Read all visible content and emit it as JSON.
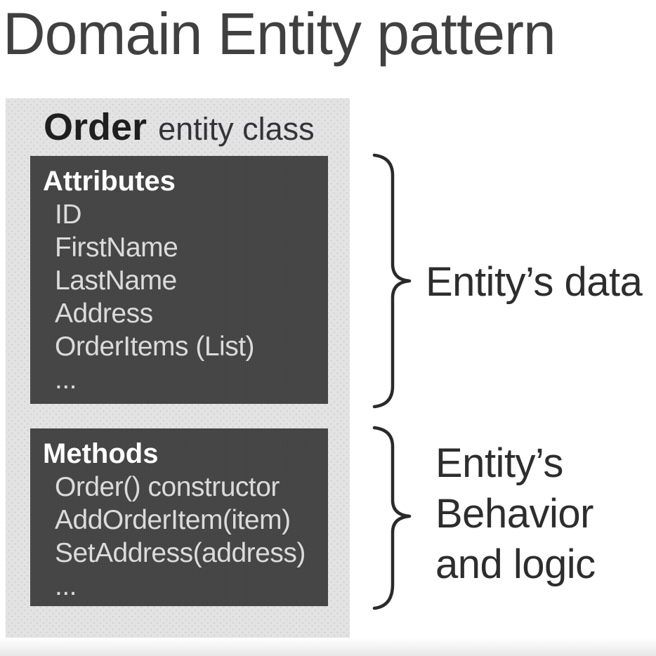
{
  "title": "Domain Entity pattern",
  "entity": {
    "name": "Order",
    "type_label": "entity class",
    "sections": [
      {
        "heading": "Attributes",
        "items": [
          "ID",
          "FirstName",
          "LastName",
          "Address",
          "OrderItems (List)",
          "..."
        ]
      },
      {
        "heading": "Methods",
        "items": [
          "Order() constructor",
          "AddOrderItem(item)",
          "SetAddress(address)",
          "..."
        ]
      }
    ]
  },
  "annotations": [
    {
      "label": "Entity’s data",
      "lines": [
        "Entity’s data"
      ]
    },
    {
      "label": "Entity’s Behavior and logic",
      "lines": [
        "Entity’s",
        "Behavior",
        "and logic"
      ]
    }
  ],
  "colors": {
    "title_text": "#404040",
    "card_background": "#e3e3e3",
    "member_box_background": "#474747",
    "heading_text": "#ffffff",
    "item_text": "#dbdbdb",
    "annotation_text": "#2d2d2d",
    "brace_stroke": "#2a2a2a"
  }
}
